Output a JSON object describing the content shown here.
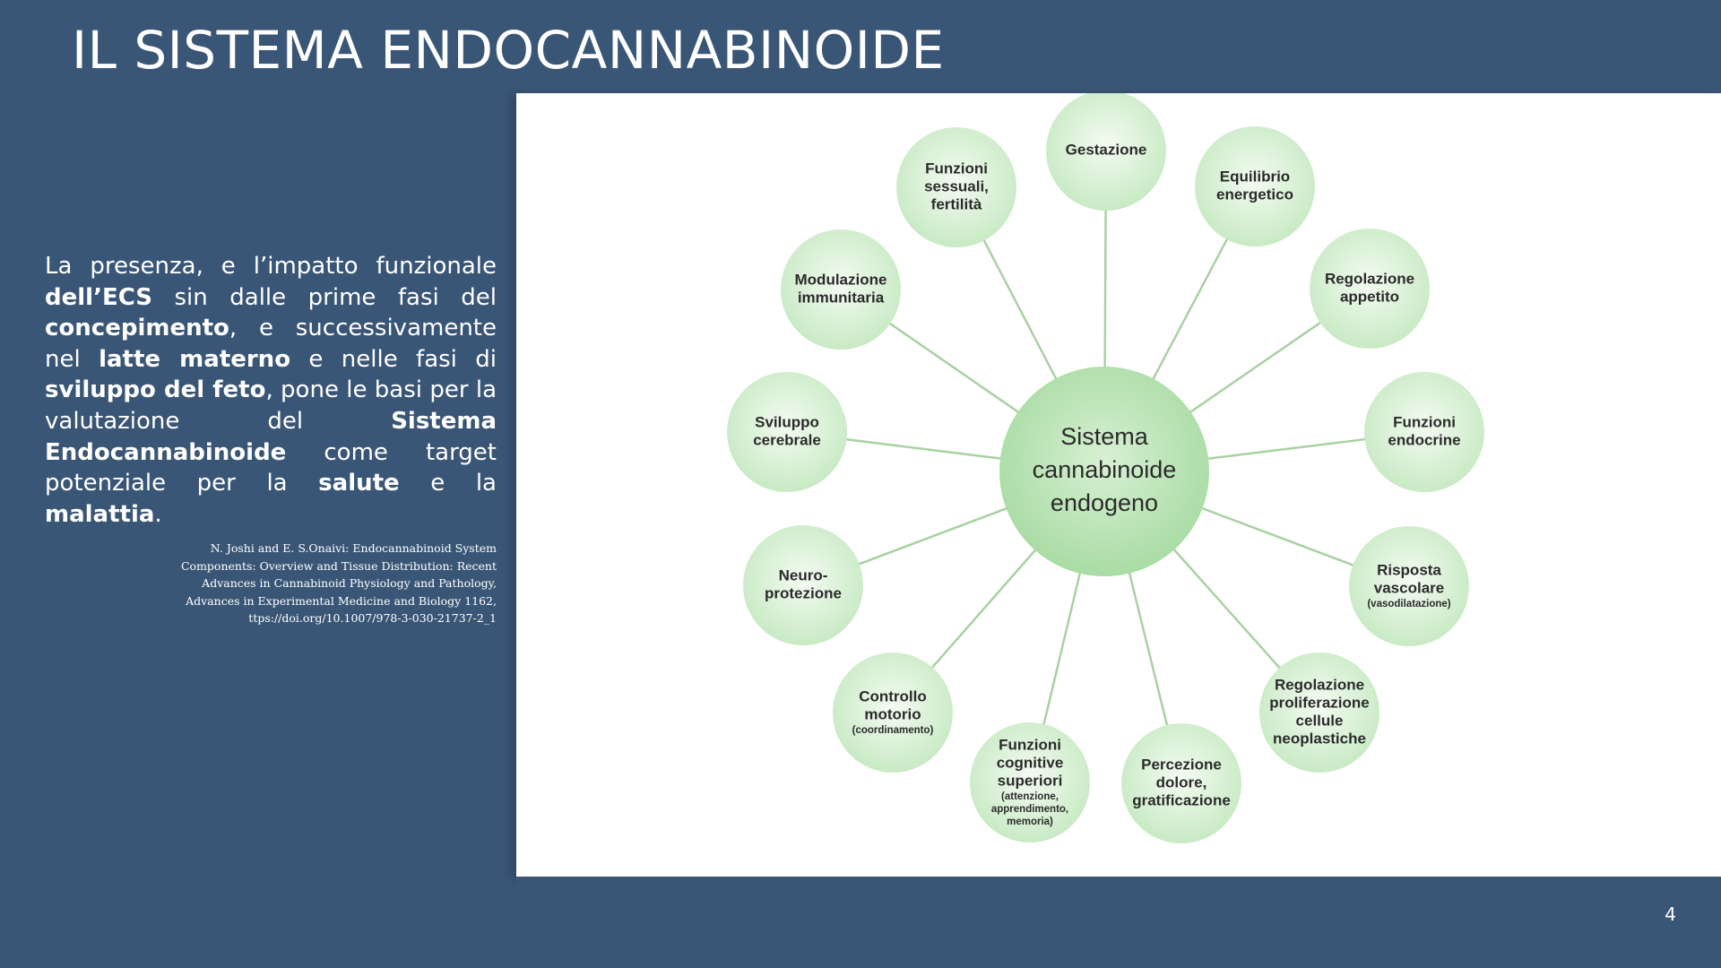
{
  "slide": {
    "title": "IL SISTEMA ENDOCANNABINOIDE",
    "page_number": "4"
  },
  "body": {
    "segments": [
      {
        "text": "La presenza, e l’impatto funzionale ",
        "bold": false
      },
      {
        "text": "dell’ECS",
        "bold": true
      },
      {
        "text": " sin dalle prime fasi del ",
        "bold": false
      },
      {
        "text": "concepimento",
        "bold": true
      },
      {
        "text": ", e successivamente nel ",
        "bold": false
      },
      {
        "text": "latte materno",
        "bold": true
      },
      {
        "text": " e nelle fasi di ",
        "bold": false
      },
      {
        "text": "sviluppo del feto",
        "bold": true
      },
      {
        "text": ", pone le basi per la valutazione del ",
        "bold": false
      },
      {
        "text": "Sistema Endocannabinoide",
        "bold": true
      },
      {
        "text": " come target potenziale per la ",
        "bold": false
      },
      {
        "text": "salute",
        "bold": true
      },
      {
        "text": " e la ",
        "bold": false
      },
      {
        "text": "malattia",
        "bold": true
      },
      {
        "text": ".",
        "bold": false
      }
    ]
  },
  "citation": {
    "lines": [
      "N. Joshi and E. S.Onaivi: Endocannabinoid System",
      "Components: Overview and Tissue Distribution:  Recent",
      "Advances in Cannabinoid Physiology and Pathology,",
      "Advances in Experimental Medicine and Biology 1162,",
      "ttps://doi.org/10.1007/978-3-030-21737-2_1"
    ]
  },
  "diagram": {
    "center": {
      "lines": [
        "Sistema",
        "cannabinoide",
        "endogeno"
      ]
    },
    "nodes": [
      {
        "id": "gestazione",
        "lines": [
          "Gestazione"
        ],
        "note": []
      },
      {
        "id": "equilibrio-energetico",
        "lines": [
          "Equilibrio",
          "energetico"
        ],
        "note": []
      },
      {
        "id": "regolazione-appetito",
        "lines": [
          "Regolazione",
          "appetito"
        ],
        "note": []
      },
      {
        "id": "funzioni-endocrine",
        "lines": [
          "Funzioni",
          "endocrine"
        ],
        "note": []
      },
      {
        "id": "risposta-vascolare",
        "lines": [
          "Risposta",
          "vascolare"
        ],
        "note": [
          "(vasodilatazione)"
        ]
      },
      {
        "id": "regolazione-proliferazione",
        "lines": [
          "Regolazione",
          "proliferazione",
          "cellule",
          "neoplastiche"
        ],
        "note": []
      },
      {
        "id": "percezione-dolore",
        "lines": [
          "Percezione",
          "dolore,",
          "gratificazione"
        ],
        "note": []
      },
      {
        "id": "funzioni-cognitive",
        "lines": [
          "Funzioni",
          "cognitive",
          "superiori"
        ],
        "note": [
          "(attenzione,",
          "apprendimento,",
          "memoria)"
        ]
      },
      {
        "id": "controllo-motorio",
        "lines": [
          "Controllo",
          "motorio"
        ],
        "note": [
          "(coordinamento)"
        ]
      },
      {
        "id": "neuroprotezione",
        "lines": [
          "Neuro-",
          "protezione"
        ],
        "note": []
      },
      {
        "id": "sviluppo-cerebrale",
        "lines": [
          "Sviluppo",
          "cerebrale"
        ],
        "note": []
      },
      {
        "id": "modulazione-immunitaria",
        "lines": [
          "Modulazione",
          "immunitaria"
        ],
        "note": []
      },
      {
        "id": "funzioni-sessuali",
        "lines": [
          "Funzioni",
          "sessuali,",
          "fertilità"
        ],
        "note": []
      }
    ],
    "colors": {
      "node_fill": "#c8eac4",
      "center_fill": "#a9dca4",
      "connector": "#a9d1a3",
      "text": "#2b2b2b"
    }
  }
}
